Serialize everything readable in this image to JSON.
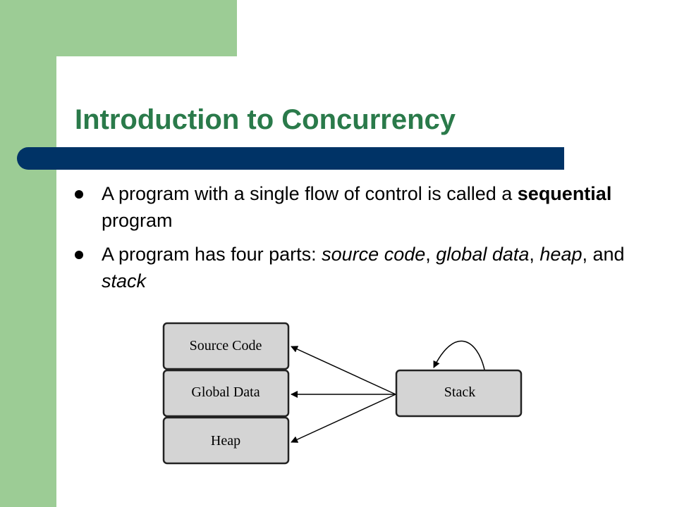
{
  "slide": {
    "title": "Introduction to Concurrency",
    "bullets": [
      {
        "parts": [
          {
            "text": "A program with a single flow of control is called a ",
            "style": "normal"
          },
          {
            "text": "sequential",
            "style": "bold"
          },
          {
            "text": " program",
            "style": "normal"
          }
        ]
      },
      {
        "parts": [
          {
            "text": "A program has four parts: ",
            "style": "normal"
          },
          {
            "text": "source code",
            "style": "italic"
          },
          {
            "text": ", ",
            "style": "normal"
          },
          {
            "text": "global data",
            "style": "italic"
          },
          {
            "text": ", ",
            "style": "normal"
          },
          {
            "text": "heap",
            "style": "italic"
          },
          {
            "text": ", and ",
            "style": "normal"
          },
          {
            "text": "stack",
            "style": "italic"
          }
        ]
      }
    ]
  },
  "diagram": {
    "boxes": {
      "source_code": "Source Code",
      "global_data": "Global Data",
      "heap": "Heap",
      "stack": "Stack"
    }
  },
  "colors": {
    "title": "#2a7a4a",
    "sidebar": "#9ccc95",
    "title_rule": "#003366",
    "box_fill": "#d4d4d4",
    "box_border": "#222222"
  }
}
